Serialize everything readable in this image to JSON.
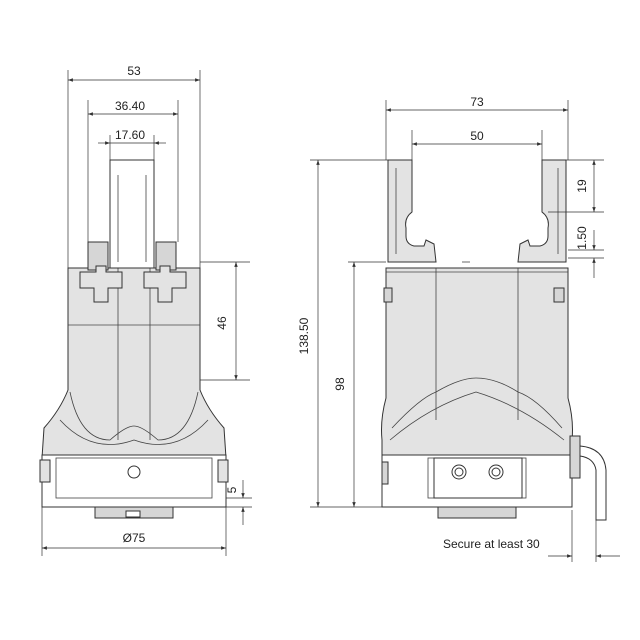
{
  "front_view": {
    "dims": {
      "width_53": "53",
      "width_36_40": "36.40",
      "width_17_60": "17.60",
      "height_46": "46",
      "height_5": "5",
      "diameter_75": "Ø75"
    }
  },
  "side_view": {
    "dims": {
      "width_73": "73",
      "width_50": "50",
      "height_19": "19",
      "height_1_50": "1.50",
      "height_138_50": "138.50",
      "height_98": "98"
    }
  },
  "note": "Secure at least 30",
  "colors": {
    "line": "#333333",
    "fill": "#e3e3e3"
  }
}
